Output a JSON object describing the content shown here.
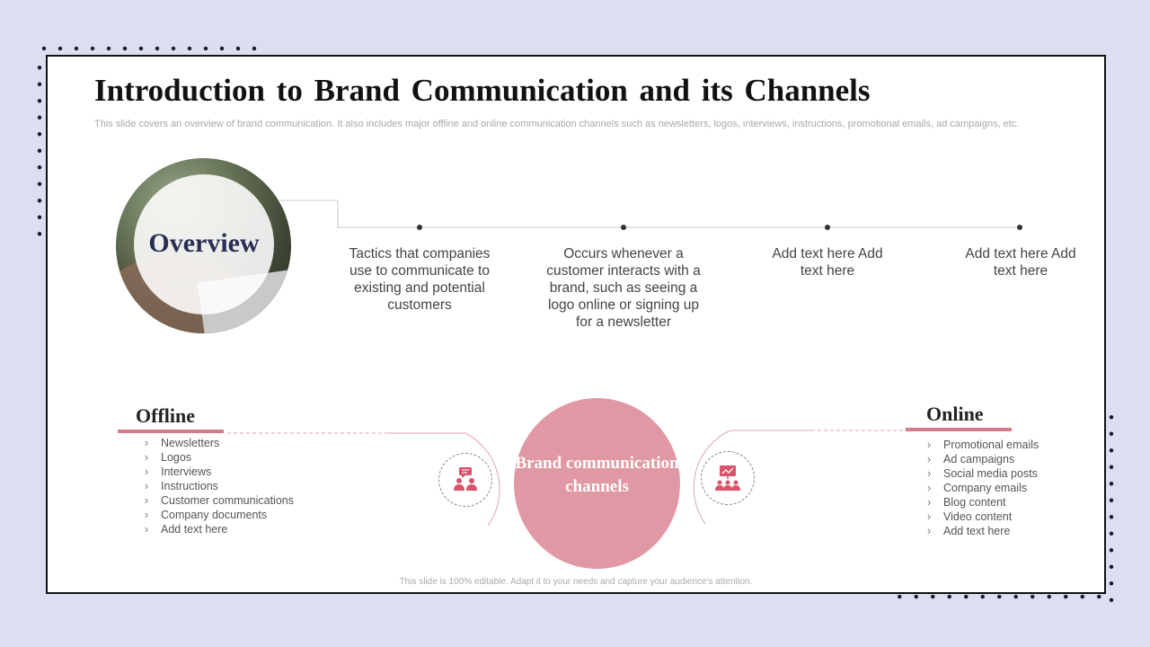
{
  "title": "Introduction to Brand Communication and its Channels",
  "subtitle": "This slide covers an overview of brand communication. It also includes major offline and online communication channels such as newsletters, logos, interviews, instructions, promotional emails, ad campaigns, etc.",
  "overview": {
    "label": "Overview",
    "points": [
      "Tactics that companies use to communicate to existing and potential customers",
      "Occurs whenever a customer interacts with a brand, such as seeing a logo online or signing up for a newsletter",
      "Add text here Add text here",
      "Add text here Add text here"
    ]
  },
  "hub": {
    "label": "Brand communication channels",
    "color": "#e098a4"
  },
  "offline": {
    "title": "Offline",
    "items": [
      "Newsletters",
      "Logos",
      "Interviews",
      "Instructions",
      "Customer communications",
      "Company documents",
      "Add text here"
    ]
  },
  "online": {
    "title": "Online",
    "items": [
      "Promotional emails",
      "Ad campaigns",
      "Social media posts",
      "Company emails",
      "Blog content",
      "Video content",
      "Add text here"
    ]
  },
  "icons": {
    "offline": "meeting-chat-icon",
    "online": "presentation-audience-icon"
  },
  "accent": "#d67a8b",
  "footnote": "This slide is 100% editable. Adapt it to your needs and capture your audience’s attention."
}
